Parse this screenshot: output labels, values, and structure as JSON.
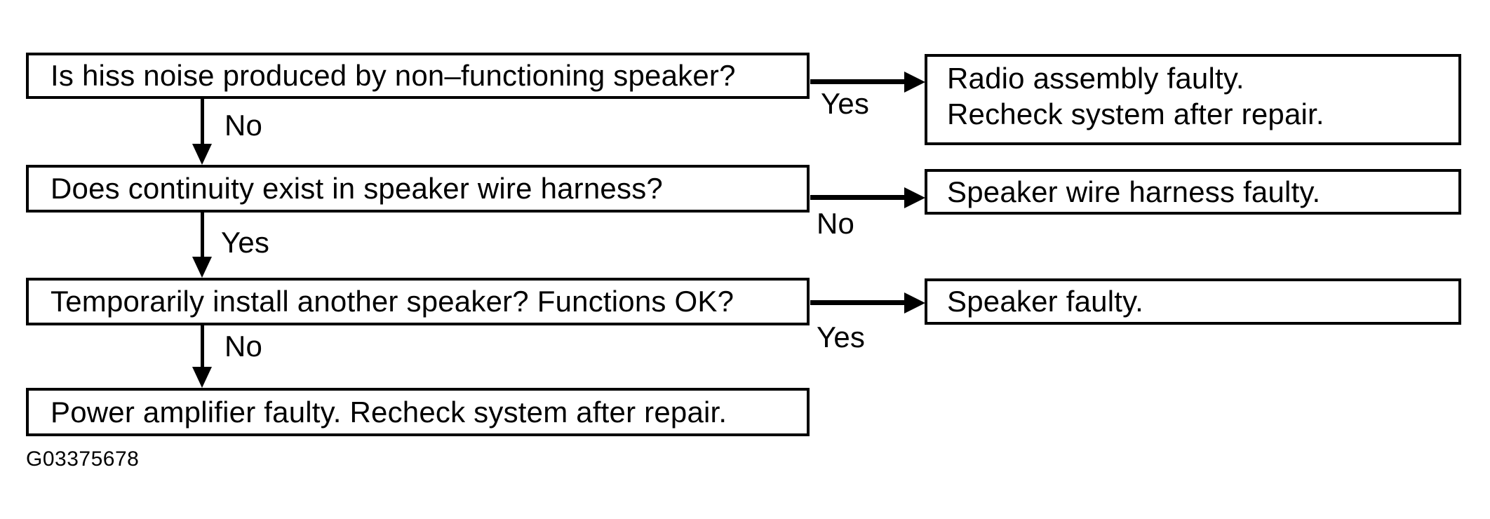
{
  "flowchart": {
    "title_hint": "Speaker hiss noise diagnostic flowchart",
    "colors": {
      "ink": "#000000",
      "paper": "#ffffff"
    },
    "steps": [
      {
        "question": "Is hiss noise produced by non–functioning speaker?",
        "down_label": "No",
        "right_label": "Yes",
        "result_lines": [
          "Radio assembly faulty.",
          "Recheck system after repair."
        ]
      },
      {
        "question": "Does continuity exist in speaker wire harness?",
        "down_label": "Yes",
        "right_label": "No",
        "result_lines": [
          "Speaker wire harness faulty."
        ]
      },
      {
        "question": "Temporarily install another speaker? Functions OK?",
        "down_label": "No",
        "right_label": "Yes",
        "result_lines": [
          "Speaker faulty."
        ]
      }
    ],
    "final_text": "Power amplifier faulty. Recheck system after repair.",
    "figure_code": "G03375678"
  }
}
